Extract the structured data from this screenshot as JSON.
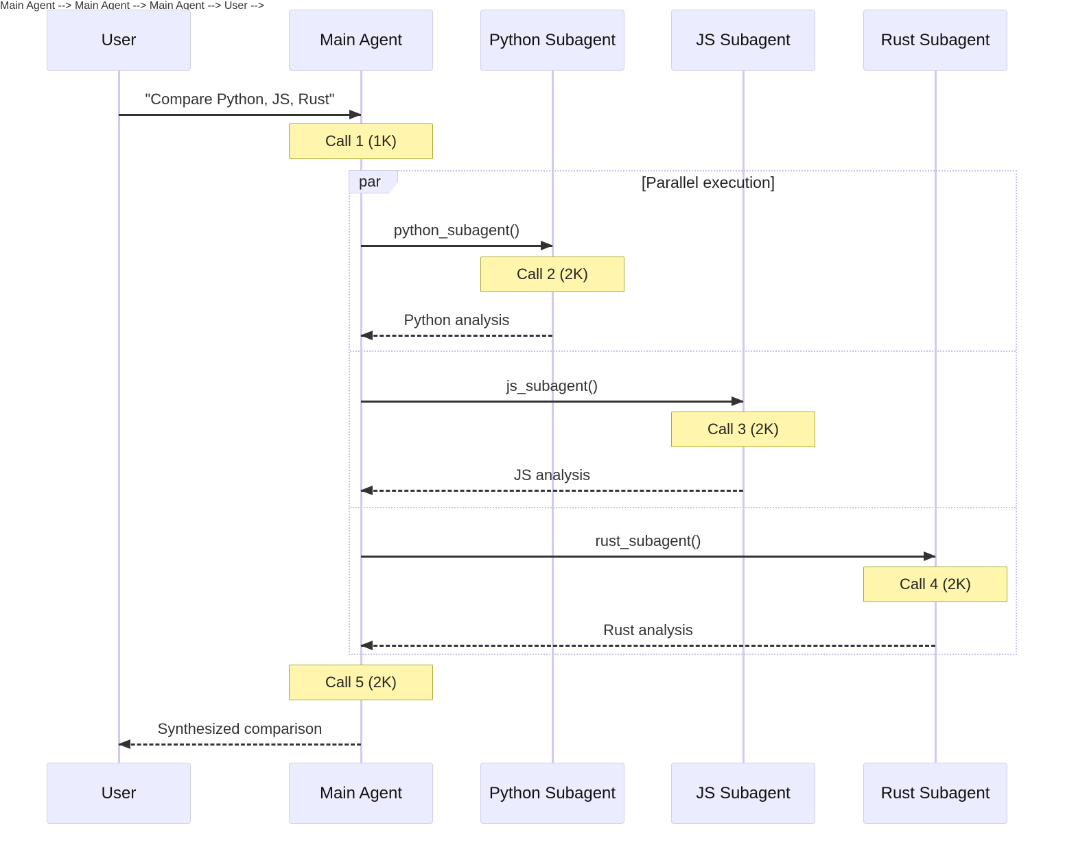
{
  "diagram_type": "sequence-diagram",
  "participants": [
    {
      "label": "User"
    },
    {
      "label": "Main Agent"
    },
    {
      "label": "Python Subagent"
    },
    {
      "label": "JS Subagent"
    },
    {
      "label": "Rust Subagent"
    }
  ],
  "par_block": {
    "label": "par",
    "condition": "[Parallel execution]"
  },
  "messages": [
    {
      "label": "\"Compare Python, JS, Rust\"",
      "from": "User",
      "to": "Main Agent",
      "style": "solid"
    },
    {
      "label": "python_subagent()",
      "from": "Main Agent",
      "to": "Python Subagent",
      "style": "solid"
    },
    {
      "label": "Python analysis",
      "from": "Python Subagent",
      "to": "Main Agent",
      "style": "dashed"
    },
    {
      "label": "js_subagent()",
      "from": "Main Agent",
      "to": "JS Subagent",
      "style": "solid"
    },
    {
      "label": "JS analysis",
      "from": "JS Subagent",
      "to": "Main Agent",
      "style": "dashed"
    },
    {
      "label": "rust_subagent()",
      "from": "Main Agent",
      "to": "Rust Subagent",
      "style": "solid"
    },
    {
      "label": "Rust analysis",
      "from": "Rust Subagent",
      "to": "Main Agent",
      "style": "dashed"
    },
    {
      "label": "Synthesized comparison",
      "from": "Main Agent",
      "to": "User",
      "style": "dashed"
    }
  ],
  "notes": [
    {
      "label": "Call 1 (1K)",
      "over": "Main Agent"
    },
    {
      "label": "Call 2 (2K)",
      "over": "Python Subagent"
    },
    {
      "label": "Call 3 (2K)",
      "over": "JS Subagent"
    },
    {
      "label": "Call 4 (2K)",
      "over": "Rust Subagent"
    },
    {
      "label": "Call 5 (2K)",
      "over": "Main Agent"
    }
  ],
  "colors": {
    "actor_fill": "#ECECFF",
    "actor_border": "#CFCFE8",
    "lifeline": "#D5C8F0",
    "note_fill": "#FFF5AD",
    "note_border": "#AAAA33",
    "par_border": "#C9BFE8",
    "arrow": "#333333",
    "text": "#333333"
  }
}
